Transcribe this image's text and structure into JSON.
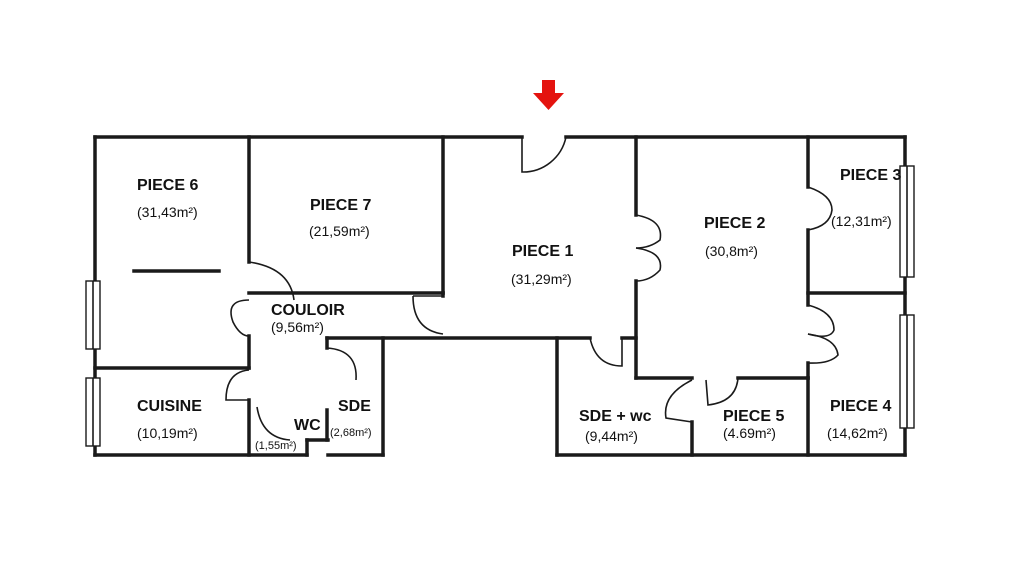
{
  "plan": {
    "entrance_marker_color": "#e4130f",
    "rooms": [
      {
        "id": "piece6",
        "name": "PIECE 6",
        "area": "(31,43m²)"
      },
      {
        "id": "piece7",
        "name": "PIECE 7",
        "area": "(21,59m²)"
      },
      {
        "id": "piece1",
        "name": "PIECE 1",
        "area": "(31,29m²)"
      },
      {
        "id": "piece2",
        "name": "PIECE 2",
        "area": "(30,8m²)"
      },
      {
        "id": "piece3",
        "name": "PIECE 3",
        "area": "(12,31m²)"
      },
      {
        "id": "couloir",
        "name": "COULOIR",
        "area": "(9,56m²)"
      },
      {
        "id": "cuisine",
        "name": "CUISINE",
        "area": "(10,19m²)"
      },
      {
        "id": "wc",
        "name": "WC",
        "area": "(1,55m²)"
      },
      {
        "id": "sde",
        "name": "SDE",
        "area": "(2,68m²)"
      },
      {
        "id": "sde-wc",
        "name": "SDE + wc",
        "area": "(9,44m²)"
      },
      {
        "id": "piece5",
        "name": "PIECE 5",
        "area": "(4.69m²)"
      },
      {
        "id": "piece4",
        "name": "PIECE 4",
        "area": "(14,62m²)"
      }
    ]
  }
}
